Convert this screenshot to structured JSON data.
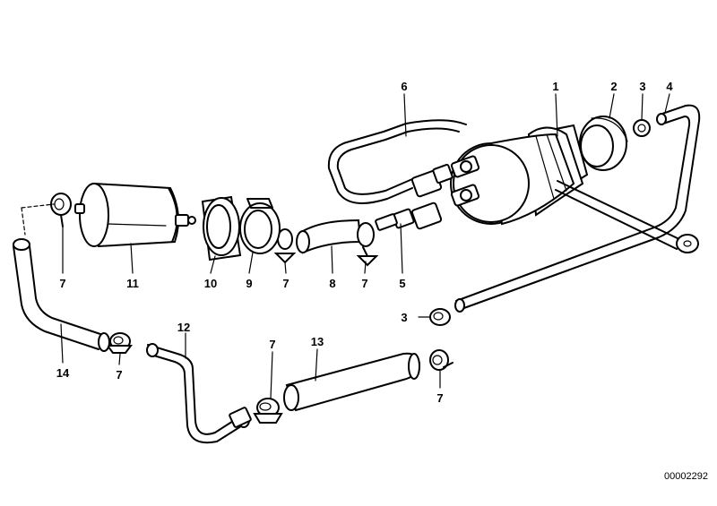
{
  "diagram": {
    "drawing_number": "00002292",
    "labels": {
      "l1": "1",
      "l2": "2",
      "l3a": "3",
      "l3b": "3",
      "l4": "4",
      "l5": "5",
      "l6": "6",
      "l7a": "7",
      "l7b": "7",
      "l7c": "7",
      "l7d": "7",
      "l7e": "7",
      "l7f": "7",
      "l8": "8",
      "l9": "9",
      "l10": "10",
      "l11": "11",
      "l12": "12",
      "l13": "13",
      "l14": "14"
    }
  }
}
